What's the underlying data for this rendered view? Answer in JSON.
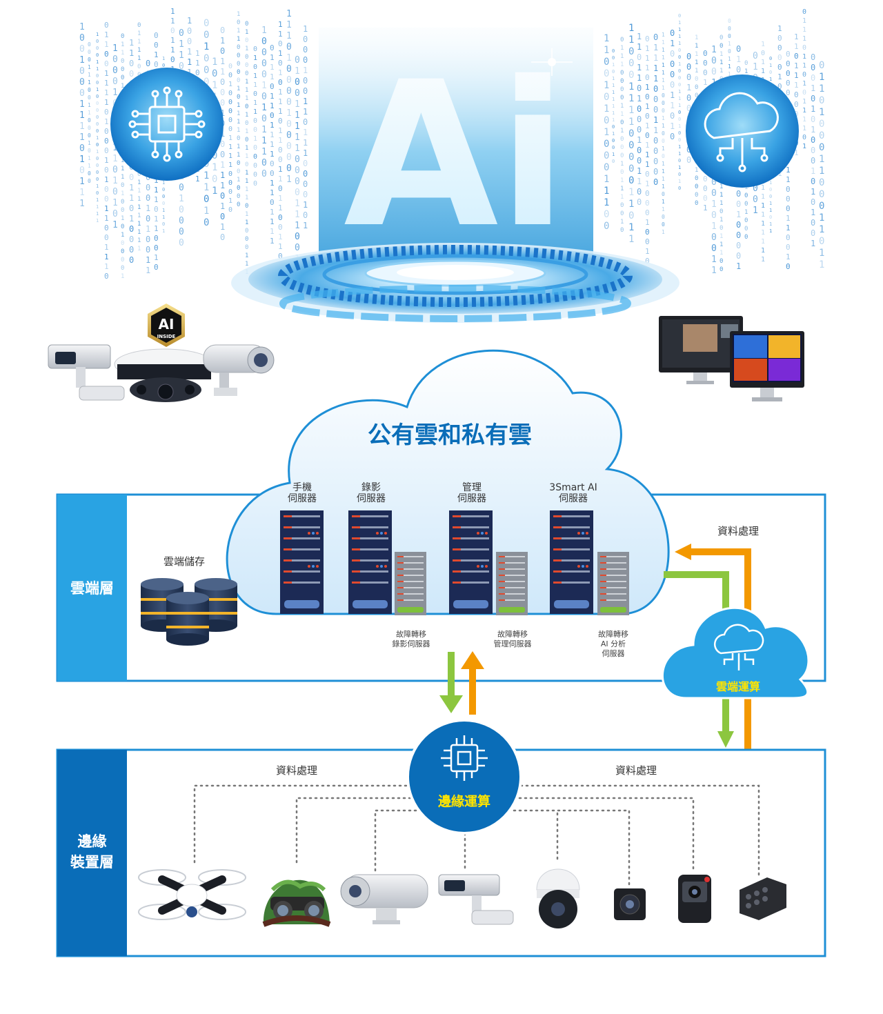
{
  "hero": {
    "ai_text": "Ai",
    "badge_line1": "AI",
    "badge_line2": "INSIDE"
  },
  "cloud": {
    "title": "公有雲和私有雲",
    "servers": [
      {
        "line1": "手機",
        "line2": "伺服器"
      },
      {
        "line1": "錄影",
        "line2": "伺服器"
      },
      {
        "line1": "管理",
        "line2": "伺服器"
      },
      {
        "line1": "3Smart AI",
        "line2": "伺服器"
      }
    ],
    "failover": [
      {
        "line1": "故障轉移",
        "line2": "錄影伺服器",
        "line3": ""
      },
      {
        "line1": "故障轉移",
        "line2": "管理伺服器",
        "line3": ""
      },
      {
        "line1": "故障轉移",
        "line2": "AI 分析",
        "line3": "伺服器"
      }
    ]
  },
  "cloud_layer": {
    "label": "雲端層",
    "storage_label": "雲端儲存",
    "data_processing": "資料處理",
    "cloud_computing": "雲端運算"
  },
  "edge_layer": {
    "label_line1": "邊緣",
    "label_line2": "裝置層",
    "edge_computing": "邊緣運算",
    "data_processing_left": "資料處理",
    "data_processing_right": "資料處理",
    "devices": [
      "drone-icon",
      "helmet-camera-icon",
      "explosion-proof-camera-icon",
      "box-camera-icon",
      "ptz-dome-icon",
      "mini-camera-icon",
      "body-camera-icon",
      "compact-camera-icon"
    ]
  },
  "colors": {
    "primary_blue": "#1e8fd6",
    "dark_blue": "#0a6db8",
    "navy": "#1c2a55",
    "green_arrow": "#8cc63f",
    "orange_arrow": "#f39800",
    "yellow_text": "#ffe400"
  }
}
